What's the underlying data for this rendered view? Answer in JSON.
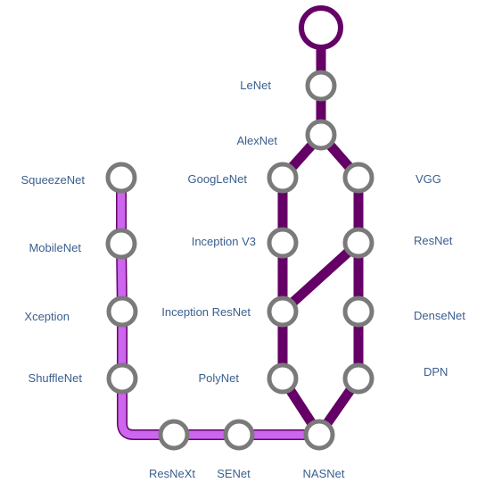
{
  "colors": {
    "dark_line": "#650066",
    "light_line": "#cc66ee",
    "node_stroke": "#7a7a7a",
    "node_fill": "#ffffff",
    "label": "#3a5f8f"
  },
  "nodes": {
    "start": "",
    "lenet": "LeNet",
    "alexnet": "AlexNet",
    "googlenet": "GoogLeNet",
    "vgg": "VGG",
    "inception_v3": "Inception V3",
    "resnet": "ResNet",
    "inception_resnet": "Inception ResNet",
    "densenet": "DenseNet",
    "polynet": "PolyNet",
    "dpn": "DPN",
    "nasnet": "NASNet",
    "senet": "SENet",
    "resnext": "ResNeXt",
    "shufflenet": "ShuffleNet",
    "xception": "Xception",
    "mobilenet": "MobileNet",
    "squeezenet": "SqueezeNet"
  }
}
